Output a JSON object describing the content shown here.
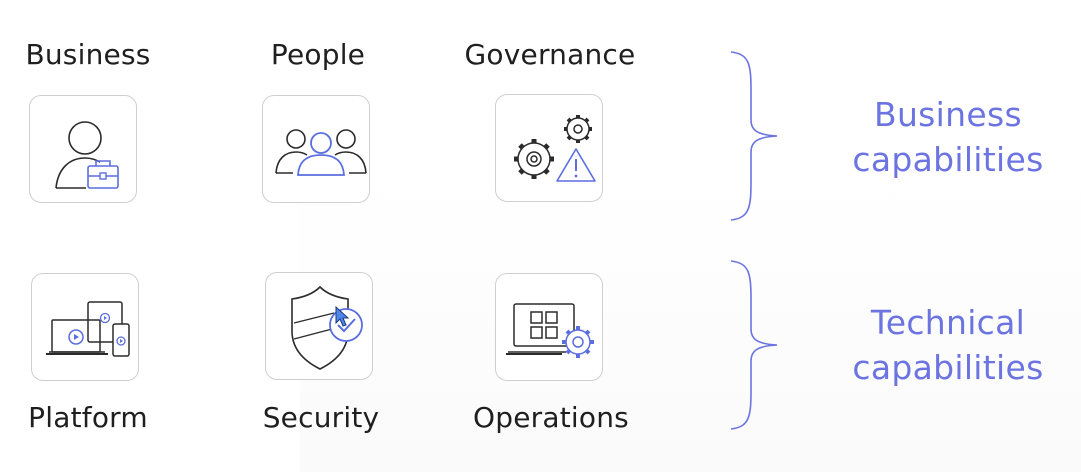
{
  "business_row": {
    "items": [
      {
        "label": "Business",
        "icon": "businessperson-briefcase-icon"
      },
      {
        "label": "People",
        "icon": "people-group-icon"
      },
      {
        "label": "Governance",
        "icon": "gears-warning-icon"
      }
    ],
    "group_label_line1": "Business",
    "group_label_line2": "capabilities"
  },
  "technical_row": {
    "items": [
      {
        "label": "Platform",
        "icon": "devices-icon"
      },
      {
        "label": "Security",
        "icon": "shield-check-icon"
      },
      {
        "label": "Operations",
        "icon": "laptop-gear-icon"
      }
    ],
    "group_label_line1": "Technical",
    "group_label_line2": "capabilities"
  },
  "colors": {
    "accent": "#6b74e0",
    "icon_stroke": "#2b2b2b",
    "icon_accent": "#5a6ee0",
    "tile_border": "#cfcfcf"
  }
}
